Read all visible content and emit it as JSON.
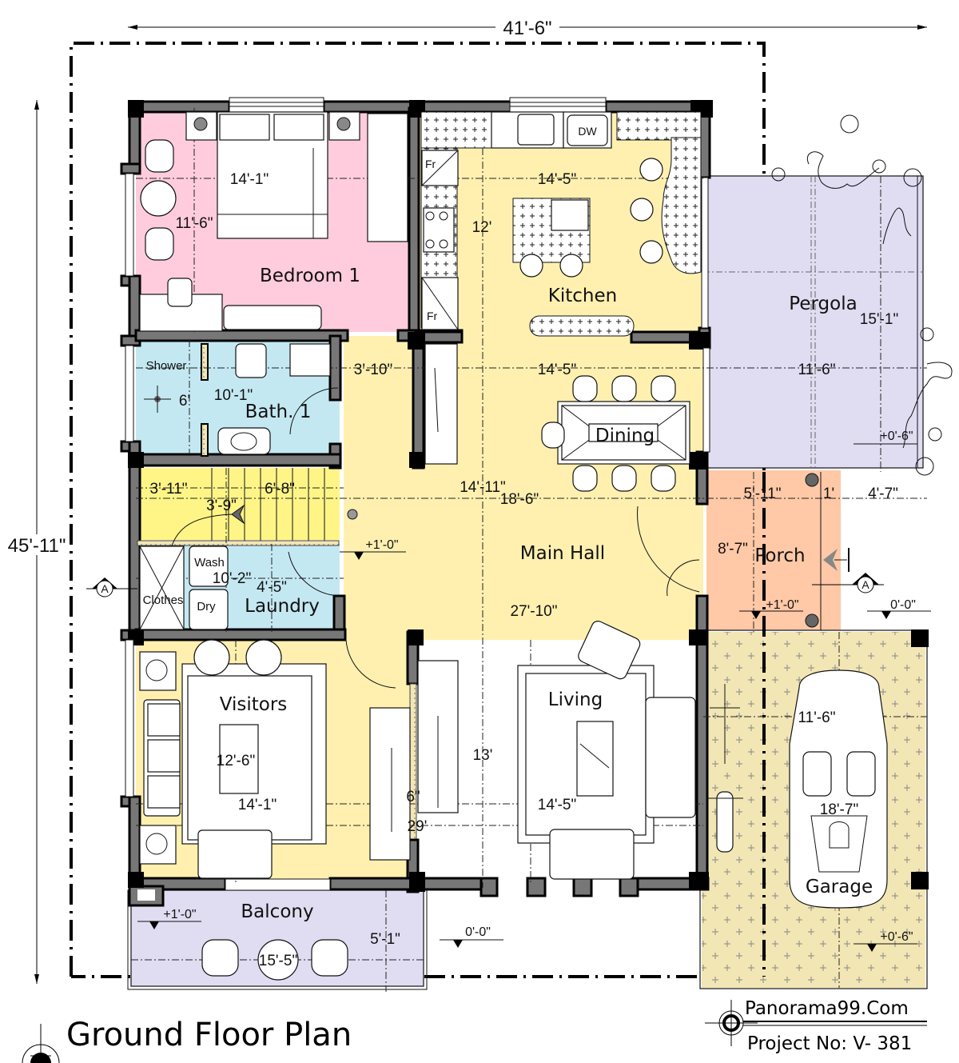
{
  "drawing": {
    "title": "Ground Floor Plan",
    "brand": "Panorama99.Com",
    "project_no": "Project No: V- 381",
    "overall_width": "41'-6\"",
    "overall_depth": "45'-11\"",
    "section_marker": "A"
  },
  "colors": {
    "bedroom": "#FFCCDD",
    "bath_laundry": "#C4E8F2",
    "stairs": "#FFF587",
    "main_hall": "#FFF0B0",
    "pergola_balcony": "#E0DDF2",
    "porch": "#FFC8A6",
    "garage": "#F2E6B4",
    "wall": "#777777"
  },
  "rooms": {
    "bedroom1": {
      "label": "Bedroom 1",
      "width": "14'-1\"",
      "depth": "11'-6\""
    },
    "kitchen": {
      "label": "Kitchen",
      "width": "14'-5\"",
      "depth": "12'"
    },
    "pergola": {
      "label": "Pergola",
      "width": "15'-1\"",
      "depth": "11'-6\"",
      "level": "+0'-6\""
    },
    "bath1": {
      "label": "Bath. 1",
      "width": "10'-1\"",
      "depth": "6'",
      "opening": "3'-10\"",
      "shower": "Shower"
    },
    "dining": {
      "label": "Dining",
      "width": "14'-5\""
    },
    "stairs": {
      "w1": "3'-11\"",
      "w2": "6'-8\"",
      "w3": "3'-9\""
    },
    "main_hall": {
      "label": "Main Hall",
      "w1": "14'-11\"",
      "w2": "18'-6\"",
      "depth": "27'-10\"",
      "level": "+1'-0\""
    },
    "porch": {
      "label": "Porch",
      "width": "5'-11\"",
      "step": "1'",
      "side": "4'-7\"",
      "depth": "8'-7\"",
      "level": "+1'-0\"",
      "ground": "0'-0\""
    },
    "laundry": {
      "label": "Laundry",
      "width": "10'-2\"",
      "depth": "4'-5\"",
      "wash": "Wash",
      "dry": "Dry",
      "clothes": "Clothes"
    },
    "visitors": {
      "label": "Visitors",
      "width": "14'-1\"",
      "depth": "12'-6\""
    },
    "living": {
      "label": "Living",
      "width": "14'-5\"",
      "depth": "13'"
    },
    "partition": {
      "thickness": "6\"",
      "length": "29'"
    },
    "garage": {
      "label": "Garage",
      "width": "11'-6\"",
      "depth": "18'-7\"",
      "level": "+0'-6\""
    },
    "balcony": {
      "label": "Balcony",
      "width": "15'-5\"",
      "depth": "5'-1\"",
      "level": "+1'-0\"",
      "ground": "0'-0\""
    }
  },
  "fixtures": {
    "fridge_top": "Fr",
    "fridge_bottom": "Fr",
    "dishwasher": "DW"
  }
}
